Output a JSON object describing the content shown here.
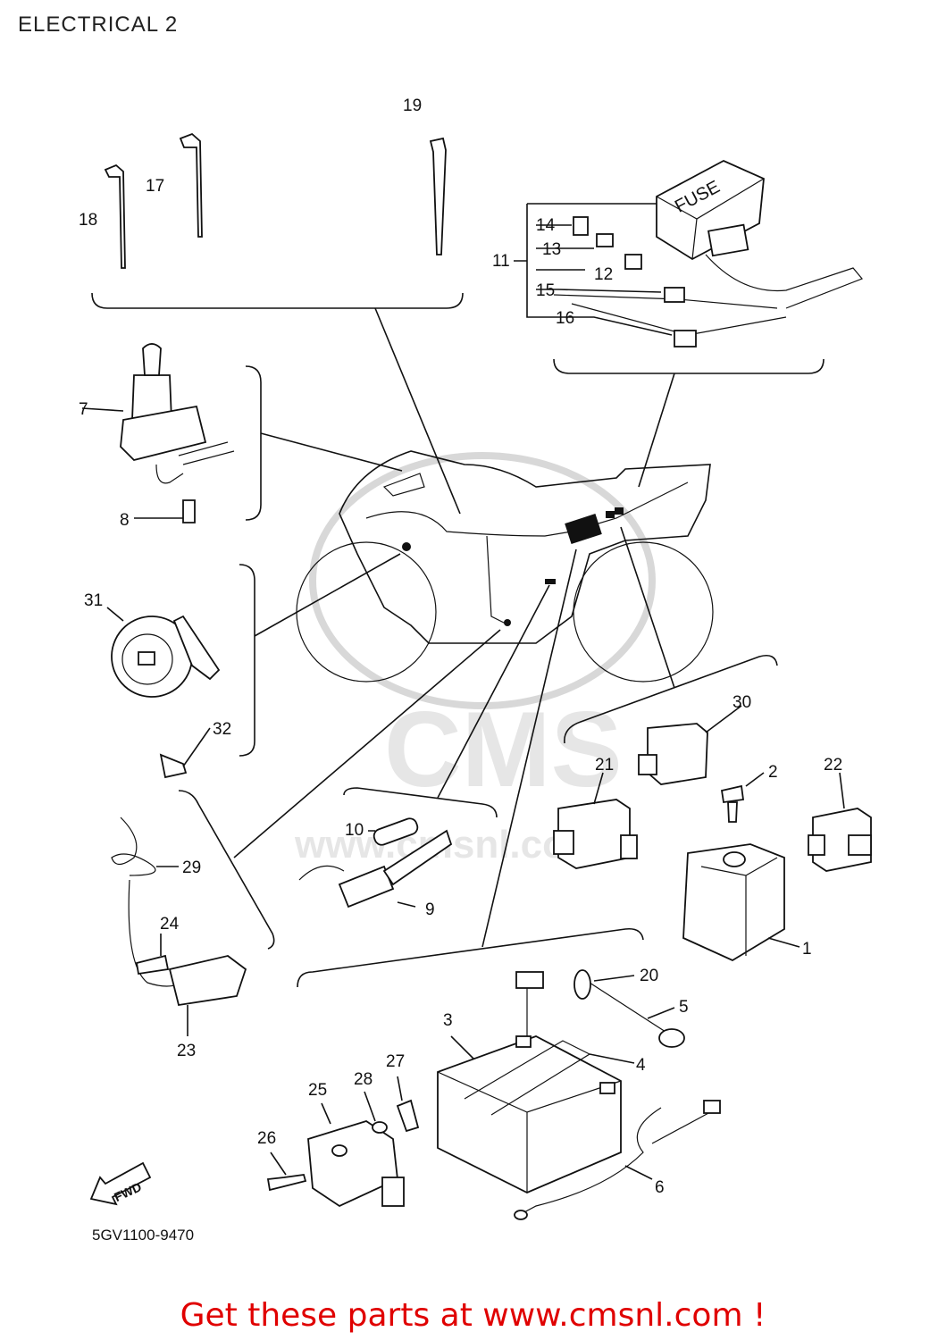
{
  "title": "ELECTRICAL 2",
  "fuse_box_text": "FUSE",
  "fwd_text": "FWD",
  "part_code": "5GV1100-9470",
  "footer_cta": "Get these parts at www.cmsnl.com !",
  "watermark_text": "CMS",
  "watermark_url": "www.cmsnl.com",
  "callouts": [
    "1",
    "2",
    "3",
    "4",
    "5",
    "6",
    "7",
    "8",
    "9",
    "10",
    "11",
    "12",
    "13",
    "14",
    "15",
    "16",
    "17",
    "18",
    "19",
    "20",
    "21",
    "22",
    "23",
    "24",
    "25",
    "26",
    "27",
    "28",
    "29",
    "30",
    "31",
    "32"
  ]
}
